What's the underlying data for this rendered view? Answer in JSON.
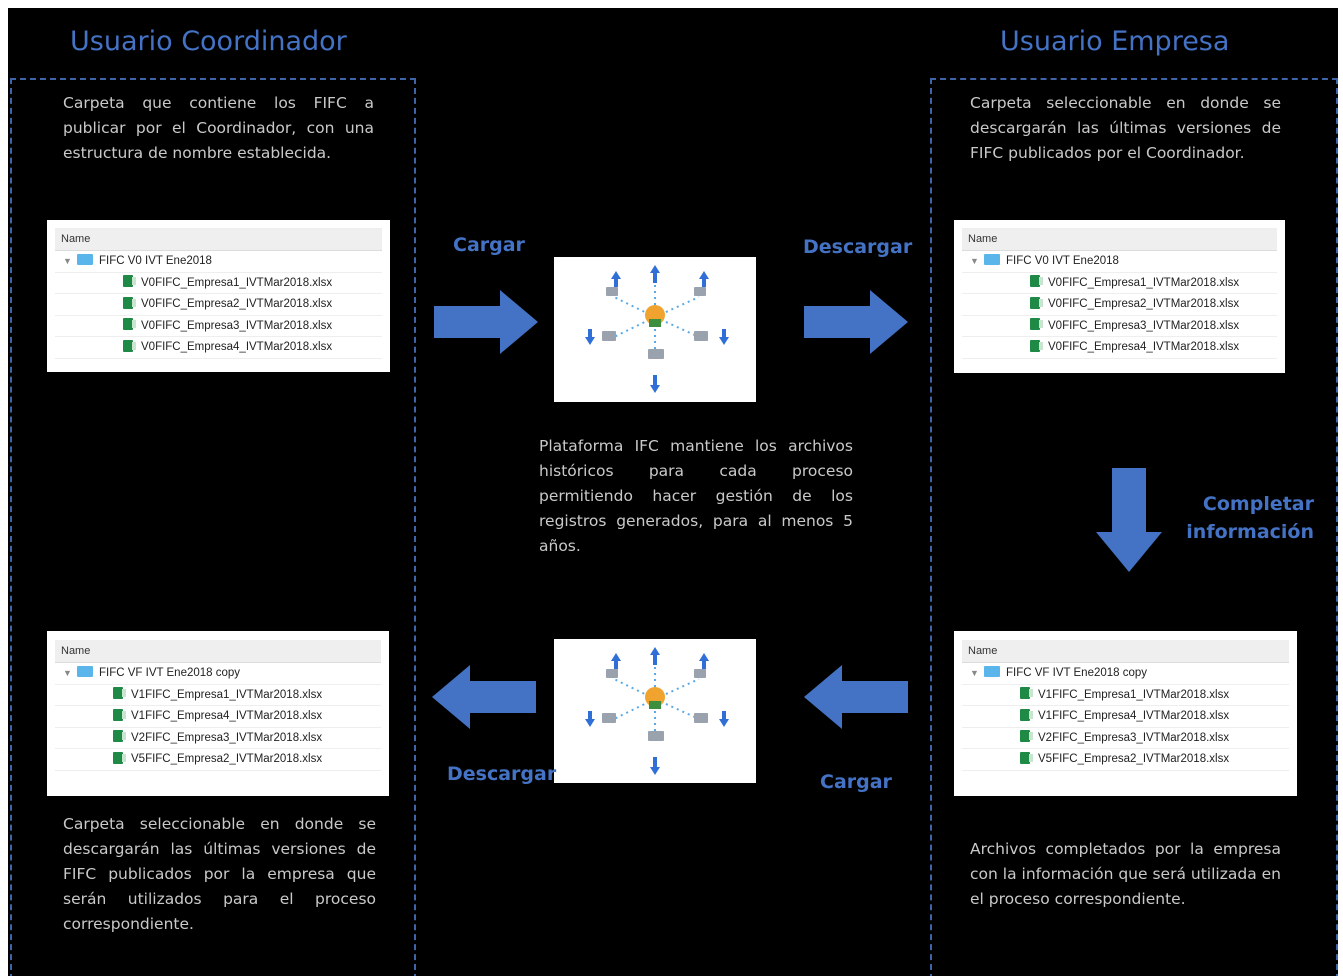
{
  "headings": {
    "left": "Usuario Coordinador",
    "right": "Usuario Empresa"
  },
  "descriptions": {
    "top_left": "Carpeta que contiene los FIFC a publicar por el Coordinador, con una estructura de nombre establecida.",
    "top_right": "Carpeta seleccionable en donde se descargarán las últimas versiones de FIFC publicados por el Coordinador.",
    "center": "Plataforma IFC mantiene los archivos históricos para cada proceso permitiendo hacer gestión de los registros generados, para al menos 5 años.",
    "bottom_left": "Carpeta seleccionable en donde se descargarán las últimas versiones de FIFC publicados por la empresa que serán utilizados para el proceso correspondiente.",
    "bottom_right": "Archivos completados por la empresa con la información que será utilizada en el proceso correspondiente."
  },
  "arrow_labels": {
    "top_left": "Cargar",
    "top_right": "Descargar",
    "right_down_line1": "Completar",
    "right_down_line2": "información",
    "bottom_right": "Cargar",
    "bottom_left": "Descargar"
  },
  "folders": {
    "top_left": {
      "header": "Name",
      "folder": "FIFC V0 IVT Ene2018",
      "files": [
        "V0FIFC_Empresa1_IVTMar2018.xlsx",
        "V0FIFC_Empresa2_IVTMar2018.xlsx",
        "V0FIFC_Empresa3_IVTMar2018.xlsx",
        "V0FIFC_Empresa4_IVTMar2018.xlsx"
      ]
    },
    "top_right": {
      "header": "Name",
      "folder": "FIFC V0 IVT Ene2018",
      "files": [
        "V0FIFC_Empresa1_IVTMar2018.xlsx",
        "V0FIFC_Empresa2_IVTMar2018.xlsx",
        "V0FIFC_Empresa3_IVTMar2018.xlsx",
        "V0FIFC_Empresa4_IVTMar2018.xlsx"
      ]
    },
    "bottom_left": {
      "header": "Name",
      "folder": "FIFC VF IVT Ene2018 copy",
      "files": [
        "V1FIFC_Empresa1_IVTMar2018.xlsx",
        "V1FIFC_Empresa4_IVTMar2018.xlsx",
        "V2FIFC_Empresa3_IVTMar2018.xlsx",
        "V5FIFC_Empresa2_IVTMar2018.xlsx"
      ]
    },
    "bottom_right": {
      "header": "Name",
      "folder": "FIFC VF IVT Ene2018 copy",
      "files": [
        "V1FIFC_Empresa1_IVTMar2018.xlsx",
        "V1FIFC_Empresa4_IVTMar2018.xlsx",
        "V2FIFC_Empresa3_IVTMar2018.xlsx",
        "V5FIFC_Empresa2_IVTMar2018.xlsx"
      ]
    }
  },
  "icons": {
    "folder": "folder-icon",
    "excel_file": "excel-file-icon",
    "network": "network-platform-icon",
    "arrow": "arrow-icon"
  },
  "colors": {
    "background": "#000000",
    "accent": "#4472c4",
    "dashed_border": "#3f64a8",
    "text": "#c9c9c9"
  }
}
